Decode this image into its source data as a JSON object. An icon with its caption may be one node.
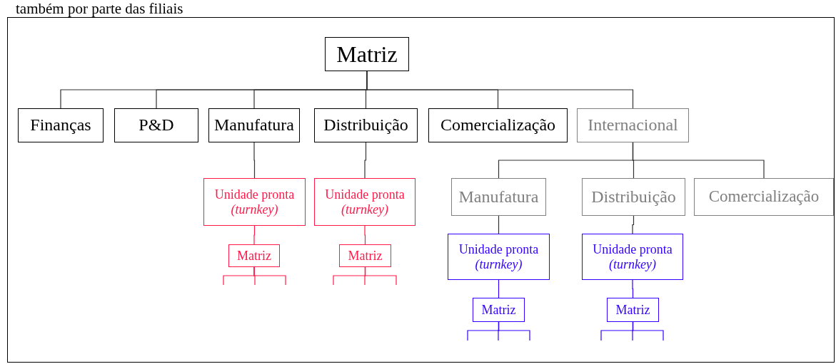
{
  "diagram": {
    "nodes": [
      {
        "text": [
          "Matriz"
        ]
      },
      {
        "text": [
          "Finanças"
        ]
      },
      {
        "text": [
          "P&D"
        ]
      },
      {
        "text": [
          "Manufatura"
        ]
      },
      {
        "text": [
          "Distribuição"
        ]
      },
      {
        "text": [
          "Comercialização"
        ]
      },
      {
        "text": [
          "Internacional"
        ]
      },
      {
        "text": [
          "Unidade pronta *(turnkey)*"
        ]
      },
      {
        "text": [
          "Unidade pronta *(turnkey)*"
        ]
      },
      {
        "text": [
          "Matriz"
        ]
      },
      {
        "text": [
          "Matriz"
        ]
      },
      {
        "text": [
          "Manufatura"
        ]
      },
      {
        "text": [
          "Distribuição"
        ]
      },
      {
        "text": [
          "Comercialização"
        ]
      },
      {
        "text": [
          "Unidade pronta *(turnkey)*"
        ]
      },
      {
        "text": [
          "Unidade pronta *(turnkey)*"
        ]
      },
      {
        "text": [
          "Matriz"
        ]
      },
      {
        "text": [
          "Matriz"
        ]
      }
    ],
    "edges": [
      {
        "from": 0,
        "to": 1,
        "arrow": "none"
      },
      {
        "from": 0,
        "to": 2,
        "arrow": "none"
      },
      {
        "from": 0,
        "to": 3,
        "arrow": "none"
      },
      {
        "from": 0,
        "to": 4,
        "arrow": "none"
      },
      {
        "from": 0,
        "to": 5,
        "arrow": "none"
      },
      {
        "from": 0,
        "to": 6,
        "arrow": "none"
      },
      {
        "from": 3,
        "to": 7,
        "arrow": "none"
      },
      {
        "from": 4,
        "to": 8,
        "arrow": "none"
      },
      {
        "from": 7,
        "to": 9,
        "arrow": "none",
        "color": "#ff1a4a"
      },
      {
        "from": 8,
        "to": 10,
        "arrow": "none",
        "color": "#ff1a4a"
      },
      {
        "from": 9,
        "to": null,
        "arrow": "none",
        "color": "#ff1a4a"
      },
      {
        "from": 9,
        "to": null,
        "arrow": "none",
        "color": "#ff1a4a"
      },
      {
        "from": 9,
        "to": null,
        "arrow": "none",
        "color": "#ff1a4a"
      },
      {
        "from": 10,
        "to": null,
        "arrow": "none",
        "color": "#ff1a4a"
      },
      {
        "from": 10,
        "to": null,
        "arrow": "none",
        "color": "#ff1a4a"
      },
      {
        "from": 10,
        "to": null,
        "arrow": "none",
        "color": "#ff1a4a"
      },
      {
        "from": 6,
        "to": 11,
        "arrow": "none"
      },
      {
        "from": 6,
        "to": 12,
        "arrow": "none"
      },
      {
        "from": 6,
        "to": 13,
        "arrow": "none"
      },
      {
        "from": 11,
        "to": 14,
        "arrow": "none"
      },
      {
        "from": 12,
        "to": 15,
        "arrow": "none"
      },
      {
        "from": 14,
        "to": 16,
        "arrow": "none",
        "color": "#3300ff"
      },
      {
        "from": 15,
        "to": 17,
        "arrow": "none",
        "color": "#3300ff"
      },
      {
        "from": 16,
        "to": null,
        "arrow": "none",
        "color": "#3300ff"
      },
      {
        "from": 16,
        "to": null,
        "arrow": "none",
        "color": "#3300ff"
      },
      {
        "from": 16,
        "to": null,
        "arrow": "none",
        "color": "#3300ff"
      },
      {
        "from": 17,
        "to": null,
        "arrow": "none",
        "color": "#3300ff"
      },
      {
        "from": 17,
        "to": null,
        "arrow": "none",
        "color": "#3300ff"
      },
      {
        "from": 17,
        "to": null,
        "arrow": "none",
        "color": "#3300ff"
      }
    ],
    "labels": [
      "também por parte das filiais"
    ]
  }
}
